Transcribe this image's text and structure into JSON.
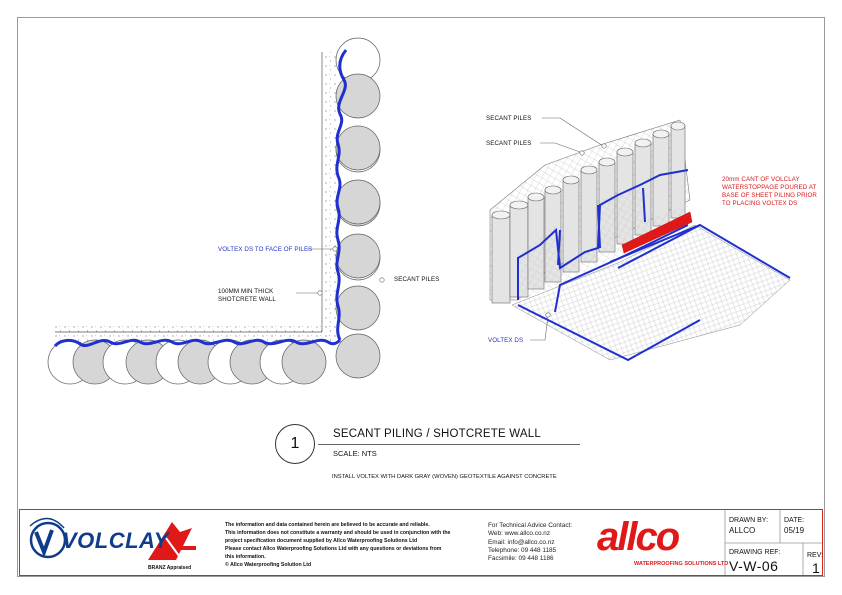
{
  "labels": {
    "voltex_face": "VOLTEX DS TO FACE OF PILES",
    "shotcrete_line1": "100MM MIN THICK",
    "shotcrete_line2": "SHOTCRETE WALL",
    "secant_piles_plan": "SECANT PILES",
    "secant_piles_iso_1": "SECANT PILES",
    "secant_piles_iso_2": "SECANT PILES",
    "voltex_ds_iso": "VOLTEX DS",
    "volclay_note": [
      "20mm CANT OF VOLCLAY",
      "WATERSTOPPAGE POURED AT",
      "BASE OF SHEET PILING PRIOR",
      "TO PLACING VOLTEX DS"
    ]
  },
  "title": {
    "number": "1",
    "main": "SECANT PILING / SHOTCRETE WALL",
    "scale": "SCALE: NTS"
  },
  "install_note": "INSTALL VOLTEX WITH DARK GRAY (WOVEN) GEOTEXTILE AGAINST CONCRETE",
  "title_block": {
    "volclay_logo": "VOLCLAY",
    "branz_text": "BRANZ Appraised",
    "disclaimer": [
      "The information and data contained herein are believed to be accurate and reliable.",
      "This information does not constitute a warranty and should be used in conjunction with the",
      "project specification document supplied by Allco Waterproofing Solutions Ltd",
      "Please contact Allco Waterproofing Solutions Ltd with any questions or deviations from",
      "this information.",
      "© Allco Waterproofing Solution Ltd"
    ],
    "contact": [
      "For Technical Advice Contact:",
      "Web: www.allco.co.nz",
      "Email:  info@allco.co.nz",
      "Telephone:  09 448 1185",
      "Facsimile:  09 448 1186"
    ],
    "allco_logo": "allco",
    "allco_tagline": "WATERPROOFING SOLUTIONS LTD",
    "drawn_by_label": "DRAWN BY:",
    "drawn_by": "ALLCO",
    "date_label": "DATE:",
    "date": "05/19",
    "drawing_ref_label": "DRAWING REF:",
    "drawing_ref": "V-W-06",
    "rev_label": "REV:",
    "rev": "1"
  },
  "colors": {
    "membrane_blue": "#1f2fd0",
    "cant_red": "#e01818",
    "pile_grey": "#d6d6d6",
    "brand_blue": "#0f3d8a"
  }
}
